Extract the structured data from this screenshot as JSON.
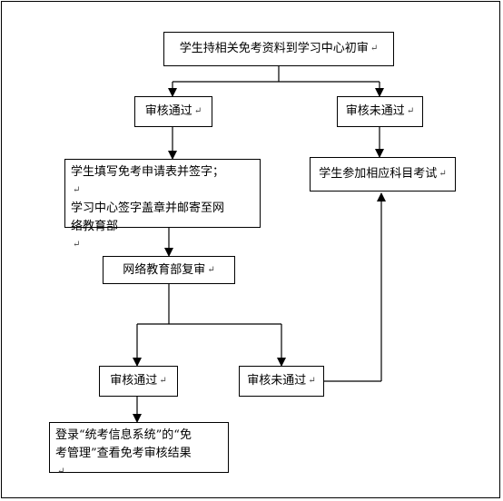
{
  "diagram": {
    "nodes": {
      "start": {
        "text": "学生持相关免考资料到学习中心初审"
      },
      "pass1": {
        "text": "审核通过"
      },
      "fail1": {
        "text": "审核未通过"
      },
      "fill": {
        "lines": [
          "学生填写免考申请表并签字；",
          "学习中心签字盖章并邮寄至网",
          "络教育部"
        ]
      },
      "exam": {
        "text": "学生参加相应科目考试"
      },
      "review": {
        "text": "网络教育部复审"
      },
      "pass2": {
        "text": "审核通过"
      },
      "fail2": {
        "text": "审核未通过"
      },
      "result": {
        "lines": [
          "登录“统考信息系统”的“免",
          "考管理”查看免考审核结果"
        ]
      }
    },
    "paragraph_mark": "↵"
  }
}
